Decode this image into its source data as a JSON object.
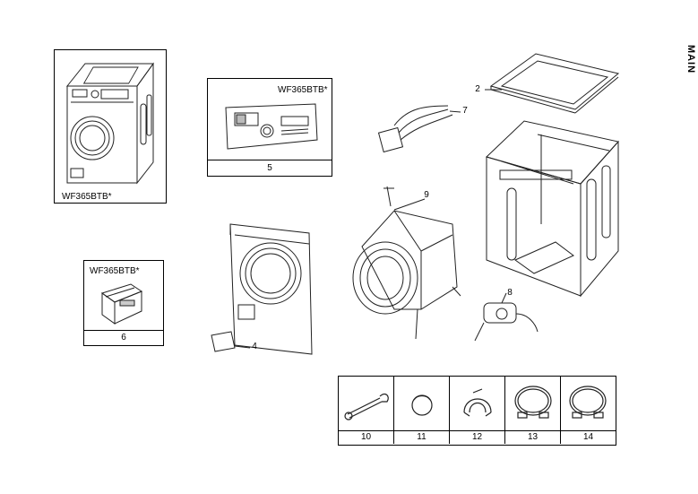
{
  "page": {
    "side_title": "MAIN"
  },
  "boxes": {
    "box_washer": {
      "model": "WF365BTB*"
    },
    "box_5": {
      "model": "WF365BTB*",
      "number": "5"
    },
    "box_6": {
      "model": "WF365BTB*",
      "number": "6"
    }
  },
  "callouts": [
    "2",
    "7",
    "9",
    "8",
    "4"
  ],
  "accessories": {
    "numbers": [
      "10",
      "11",
      "12",
      "13",
      "14"
    ],
    "icons": [
      "wrench-icon",
      "cap-icon",
      "hose-guide-icon",
      "inlet-hose-icon",
      "inlet-hose-icon"
    ]
  }
}
